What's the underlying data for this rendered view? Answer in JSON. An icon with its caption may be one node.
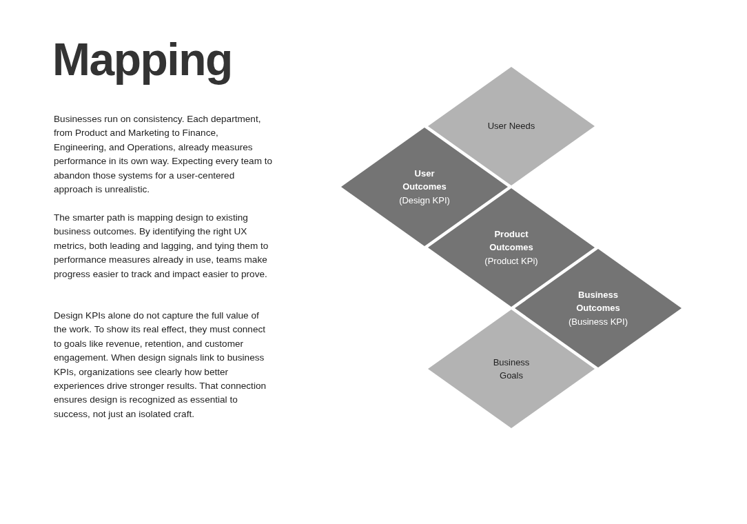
{
  "diagram": {
    "title": "Mapping",
    "nodes": [
      {
        "text": [
          "User Needs"
        ]
      },
      {
        "text": [
          "User Outcomes",
          "(Design KPI)"
        ]
      },
      {
        "text": [
          "Product Outcomes",
          "(Product KPi)"
        ]
      },
      {
        "text": [
          "Business Outcomes",
          "(Business KPI)"
        ]
      },
      {
        "text": [
          "Business Goals"
        ]
      }
    ],
    "labels": [
      "Businesses run on consistency. Each department, from Product and Marketing to Finance, Engineering, and Operations, already measures performance in its own way. Expecting every team to abandon those systems for a user-centered approach is unrealistic.",
      "The smarter path is mapping design to existing business outcomes. By identifying the right UX metrics, both leading and lagging, and tying them to performance measures already in use, teams make progress easier to track and impact easier to prove.",
      "Design KPIs alone do not capture the full value of the work. To show its real effect, they must connect to goals like revenue, retention, and customer engagement. When design signals link to business KPIs, organizations see clearly how better experiences drive stronger results. That connection ensures design is recognized as essential to success, not just an isolated craft."
    ]
  }
}
